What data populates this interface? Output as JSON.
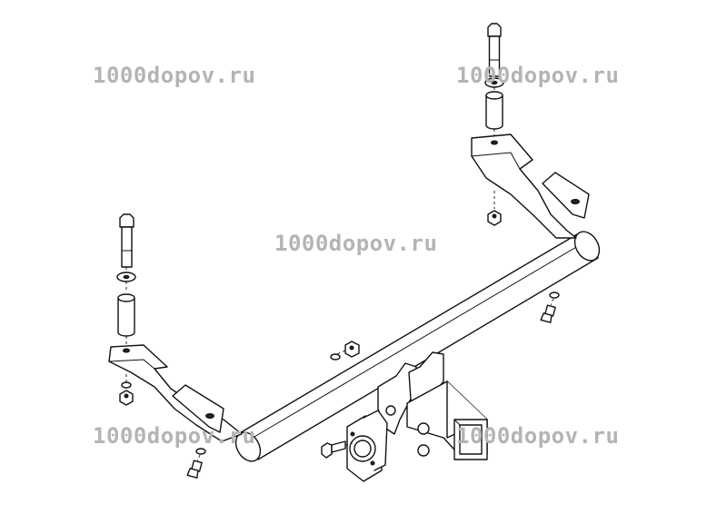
{
  "watermarks": [
    "1000dopov.ru",
    "1000dopov.ru",
    "1000dopov.ru",
    "1000dopov.ru",
    "1000dopov.ru"
  ],
  "colors": {
    "line": "#111111",
    "watermark": "#b4b4b4",
    "background": "#ffffff"
  },
  "parts": [
    "bolt-icon",
    "washer-icon",
    "spacer-sleeve-icon",
    "hex-nut-icon",
    "mounting-bracket-icon",
    "cross-tube-icon",
    "receiver-hitch-icon",
    "socket-plate-icon"
  ]
}
